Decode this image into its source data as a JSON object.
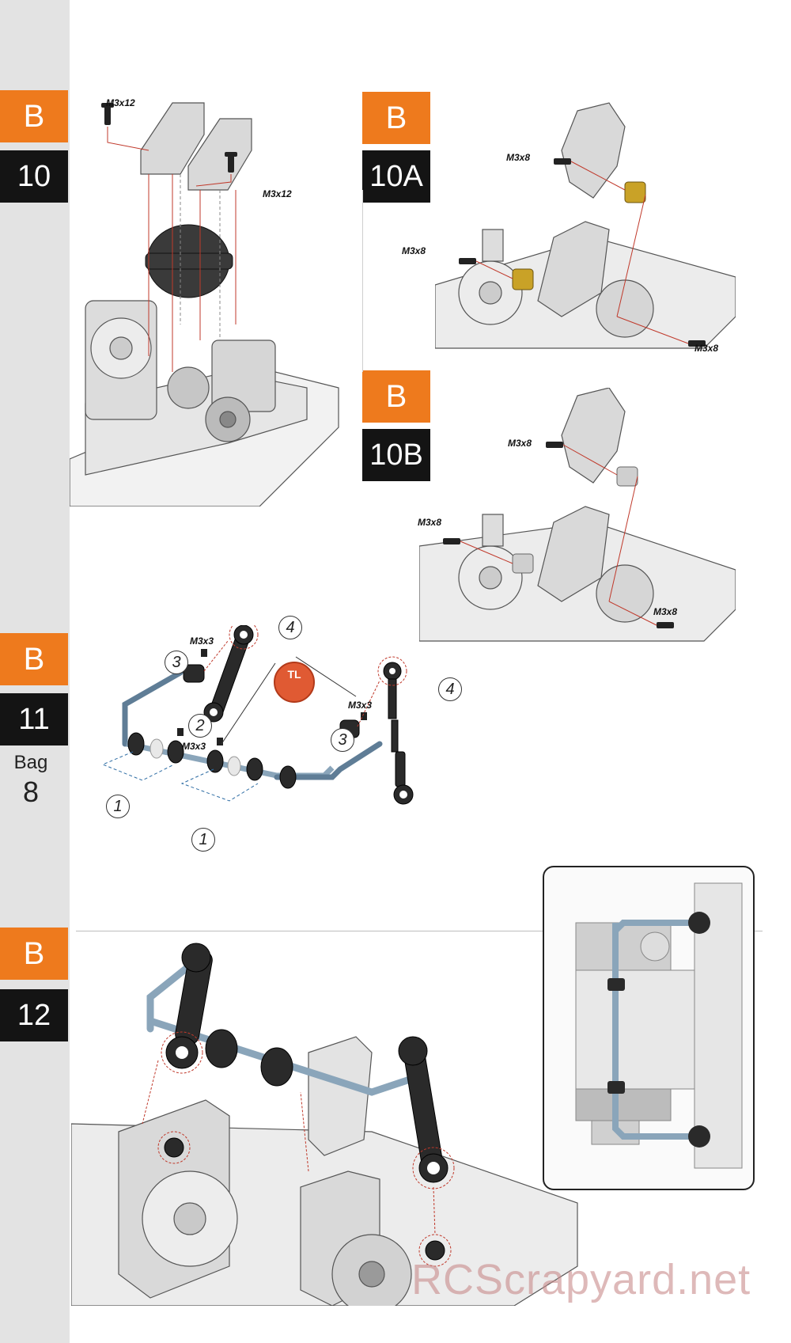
{
  "steps": [
    {
      "letter": "B",
      "number": "10"
    },
    {
      "letter": "B",
      "number": "10A"
    },
    {
      "letter": "B",
      "number": "10B"
    },
    {
      "letter": "B",
      "number": "11",
      "bag_label": "Bag",
      "bag_number": "8"
    },
    {
      "letter": "B",
      "number": "12"
    }
  ],
  "screws": {
    "m3x12": "M3x12",
    "m3x8": "M3x8",
    "m3x3": "M3x3"
  },
  "callouts": {
    "one": "1",
    "two": "2",
    "three": "3",
    "four": "4"
  },
  "tl_badge": "TL",
  "watermark": "RCScrapyard.net",
  "colors": {
    "orange": "#ee7a1d",
    "black": "#141414",
    "sidebar": "#e3e3e3",
    "red_line": "#c0392b",
    "blue_dash": "#2e6da4"
  }
}
